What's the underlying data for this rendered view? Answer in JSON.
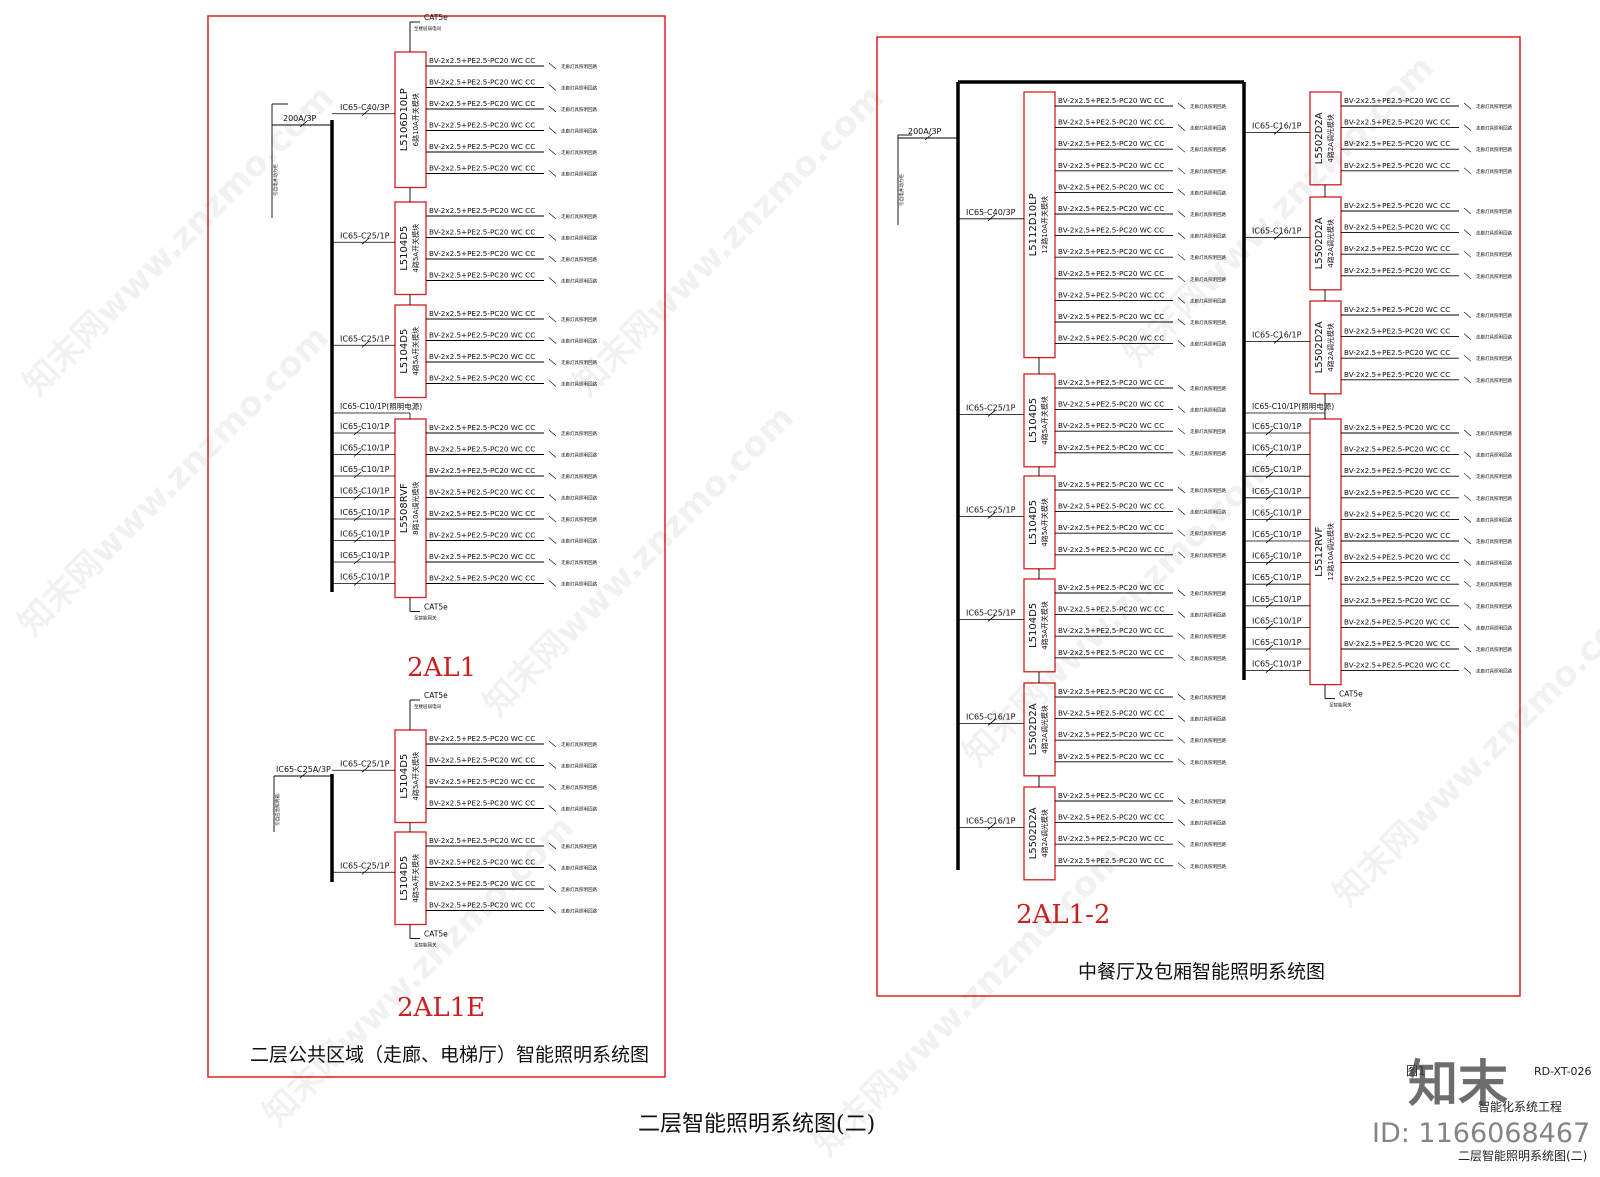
{
  "page": {
    "title": "二层智能照明系统图(二)"
  },
  "colors": {
    "border": "#e02020",
    "module": "#d02020",
    "bus": "#000000",
    "line": "#000000",
    "text": "#111111",
    "label_red": "#cc2020"
  },
  "panels": [
    {
      "id": "2AL1",
      "name": "2AL1",
      "incoming": "200A/3P",
      "feed_label": "引自电井动力柜",
      "main_breaker": "IC65-C40/3P",
      "net_top": "CAT5e",
      "net_top_sub": "至楼层弱电间",
      "net_bottom": "CAT5e",
      "net_bottom_sub": "至智能网关",
      "modules": [
        {
          "model": "L5106D10LP",
          "spec": "6路10A开关模块",
          "breaker": "IC65-C40/3P",
          "circuits": 6
        },
        {
          "model": "L5104D5",
          "spec": "4路5A开关模块",
          "breaker": "IC65-C25/1P",
          "circuits": 4
        },
        {
          "model": "L5104D5",
          "spec": "4路5A开关模块",
          "breaker": "IC65-C25/1P",
          "circuits": 4
        },
        {
          "model": "L5508RVF",
          "spec": "8路10A调光模块",
          "breaker_top": "IC65-C10/1P(照明电源)",
          "breaker": "IC65-C10/1P",
          "circuits": 8
        }
      ]
    },
    {
      "id": "2AL1E",
      "name": "2AL1E",
      "incoming": "IC65-C25A/3P",
      "feed_label": "引自应急照明箱",
      "net_top": "CAT5e",
      "net_top_sub": "至楼层弱电间",
      "net_bottom": "CAT5e",
      "net_bottom_sub": "至智能网关",
      "modules": [
        {
          "model": "L5104D5",
          "spec": "4路5A开关模块",
          "breaker": "IC65-C25/1P",
          "circuits": 4
        },
        {
          "model": "L5104D5",
          "spec": "4路5A开关模块",
          "breaker": "IC65-C25/1P",
          "circuits": 4
        }
      ]
    },
    {
      "id": "2AL1-2",
      "name": "2AL1-2",
      "incoming": "200A/3P",
      "feed_label": "引自电井动力柜",
      "main_breaker": "IC65-C40/3P",
      "net_bottom": "CAT5e",
      "net_bottom_sub": "至智能网关",
      "modules_left": [
        {
          "model": "L5112D10LP",
          "spec": "12路10A开关模块",
          "breaker": "IC65-C40/3P",
          "circuits": 12
        },
        {
          "model": "L5104D5",
          "spec": "4路5A开关模块",
          "breaker": "IC65-C25/1P",
          "circuits": 4
        },
        {
          "model": "L5104D5",
          "spec": "4路5A开关模块",
          "breaker": "IC65-C25/1P",
          "circuits": 4
        },
        {
          "model": "L5104D5",
          "spec": "4路5A开关模块",
          "breaker": "IC65-C25/1P",
          "circuits": 4
        },
        {
          "model": "L5502D2A",
          "spec": "4路2A调光模块",
          "breaker": "IC65-C16/1P",
          "circuits": 4
        },
        {
          "model": "L5502D2A",
          "spec": "4路2A调光模块",
          "breaker": "IC65-C16/1P",
          "circuits": 4
        }
      ],
      "modules_right": [
        {
          "model": "L5502D2A",
          "spec": "4路2A调光模块",
          "breaker": "IC65-C16/1P",
          "circuits": 4
        },
        {
          "model": "L5502D2A",
          "spec": "4路2A调光模块",
          "breaker": "IC65-C16/1P",
          "circuits": 4
        },
        {
          "model": "L5502D2A",
          "spec": "4路2A调光模块",
          "breaker": "IC65-C16/1P",
          "circuits": 4
        },
        {
          "model": "L5512RVF",
          "spec": "12路10A调光模块",
          "breaker_top": "IC65-C10/1P(照明电源)",
          "breaker": "IC65-C10/1P",
          "circuits": 12
        }
      ]
    }
  ],
  "circuit_text": "BV-2x2.5+PE2.5-PC20 WC CC",
  "load_text": "走廊灯具照明回路",
  "captions": {
    "left": "二层公共区域（走廊、电梯厅）智能照明系统图",
    "right": "中餐厅及包厢智能照明系统图"
  },
  "title_block": {
    "drawing_no": "RD-XT-026",
    "project": "智能化系统工程",
    "sheet_name": "二层智能照明系统图(二)",
    "mark": "图1"
  },
  "watermark": {
    "logo": "知末",
    "id": "ID: 1166068467",
    "text": "知末网www.znzmo.com"
  }
}
